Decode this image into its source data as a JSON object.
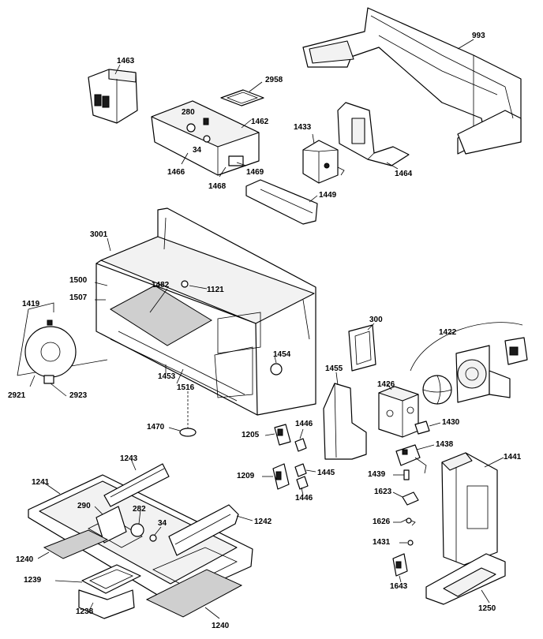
{
  "diagram": {
    "parts": [
      {
        "id": "p993",
        "label": "993"
      },
      {
        "id": "p1463",
        "label": "1463"
      },
      {
        "id": "p2958",
        "label": "2958"
      },
      {
        "id": "p280",
        "label": "280"
      },
      {
        "id": "p1462",
        "label": "1462"
      },
      {
        "id": "p34a",
        "label": "34"
      },
      {
        "id": "p1466",
        "label": "1466"
      },
      {
        "id": "p1468",
        "label": "1468"
      },
      {
        "id": "p1469",
        "label": "1469"
      },
      {
        "id": "p1433",
        "label": "1433"
      },
      {
        "id": "p1464a",
        "label": "1464"
      },
      {
        "id": "p1449",
        "label": "1449"
      },
      {
        "id": "p3001",
        "label": "3001"
      },
      {
        "id": "p1500",
        "label": "1500"
      },
      {
        "id": "p1482",
        "label": "1482"
      },
      {
        "id": "p1121",
        "label": "1121"
      },
      {
        "id": "p1507",
        "label": "1507"
      },
      {
        "id": "p1419",
        "label": "1419"
      },
      {
        "id": "p300",
        "label": "300"
      },
      {
        "id": "p1422",
        "label": "1422"
      },
      {
        "id": "p1454",
        "label": "1454"
      },
      {
        "id": "p1453",
        "label": "1453"
      },
      {
        "id": "p1516",
        "label": "1516"
      },
      {
        "id": "p2921",
        "label": "2921"
      },
      {
        "id": "p2923",
        "label": "2923"
      },
      {
        "id": "p1455",
        "label": "1455"
      },
      {
        "id": "p1426",
        "label": "1426"
      },
      {
        "id": "p1430",
        "label": "1430"
      },
      {
        "id": "p1470",
        "label": "1470"
      },
      {
        "id": "p1205",
        "label": "1205"
      },
      {
        "id": "p1446a",
        "label": "1446"
      },
      {
        "id": "p1438",
        "label": "1438"
      },
      {
        "id": "p1441",
        "label": "1441"
      },
      {
        "id": "p1243",
        "label": "1243"
      },
      {
        "id": "p1209",
        "label": "1209"
      },
      {
        "id": "p1445",
        "label": "1445"
      },
      {
        "id": "p1439",
        "label": "1439"
      },
      {
        "id": "p1241",
        "label": "1241"
      },
      {
        "id": "p1446b",
        "label": "1446"
      },
      {
        "id": "p1623",
        "label": "1623"
      },
      {
        "id": "p290",
        "label": "290"
      },
      {
        "id": "p282",
        "label": "282"
      },
      {
        "id": "p1242",
        "label": "1242"
      },
      {
        "id": "p1626",
        "label": "1626"
      },
      {
        "id": "p34b",
        "label": "34"
      },
      {
        "id": "p1240a",
        "label": "1240"
      },
      {
        "id": "p1431",
        "label": "1431"
      },
      {
        "id": "p1239",
        "label": "1239"
      },
      {
        "id": "p1643",
        "label": "1643"
      },
      {
        "id": "p1238",
        "label": "1238"
      },
      {
        "id": "p1250",
        "label": "1250"
      },
      {
        "id": "p1240b",
        "label": "1240"
      }
    ]
  }
}
